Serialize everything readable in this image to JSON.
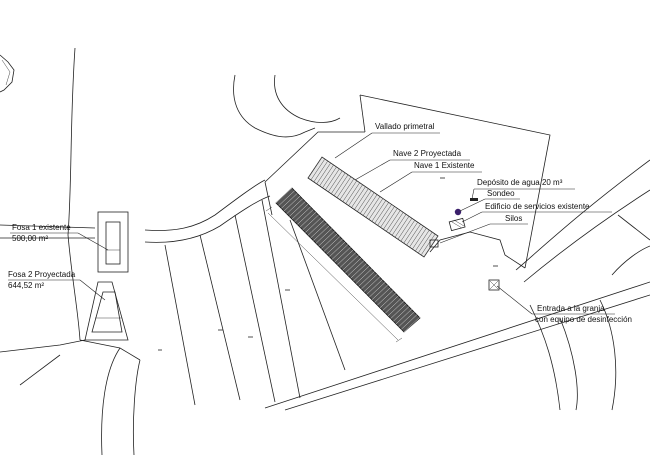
{
  "labels": {
    "vallado": "Vallado primetral",
    "nave2": "Nave 2 Proyectada",
    "nave1": "Nave 1 Existente",
    "deposito": "Depósito de agua 20 m³",
    "sondeo": "Sondeo",
    "edificio": "Edificio de servicios existente",
    "silos": "Silos",
    "entrada_1": "Entrada a la granja",
    "entrada_2": "con equipo de desinfección",
    "fosa1_name": "Fosa 1 existente",
    "fosa1_area": "500,00 m²",
    "fosa2_name": "Fosa 2 Proyectada",
    "fosa2_area": "644,52 m²"
  },
  "colors": {
    "line": "#222222",
    "sondeo_dot": "#3a1f6b"
  }
}
